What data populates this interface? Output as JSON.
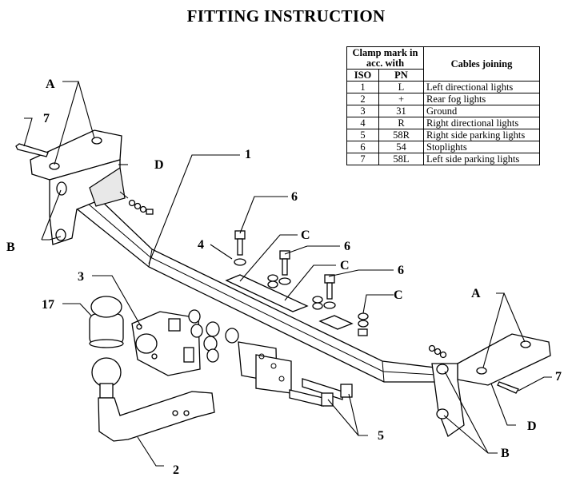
{
  "title": "FITTING INSTRUCTION",
  "table": {
    "header_clamp": "Clamp mark in acc. with",
    "header_iso": "ISO",
    "header_pn": "PN",
    "header_cables": "Cables joining",
    "rows": [
      {
        "iso": "1",
        "pn": "L",
        "desc": "Left directional lights"
      },
      {
        "iso": "2",
        "pn": "+",
        "desc": "Rear fog lights"
      },
      {
        "iso": "3",
        "pn": "31",
        "desc": "Ground"
      },
      {
        "iso": "4",
        "pn": "R",
        "desc": "Right directional lights"
      },
      {
        "iso": "5",
        "pn": "58R",
        "desc": "Right side parking lights"
      },
      {
        "iso": "6",
        "pn": "54",
        "desc": "Stoplights"
      },
      {
        "iso": "7",
        "pn": "58L",
        "desc": "Left side parking lights"
      }
    ]
  },
  "callouts": {
    "A": "A",
    "B": "B",
    "C": "C",
    "D": "D",
    "n1": "1",
    "n2": "2",
    "n3": "3",
    "n4": "4",
    "n5": "5",
    "n6": "6",
    "n7": "7",
    "n17": "17"
  }
}
